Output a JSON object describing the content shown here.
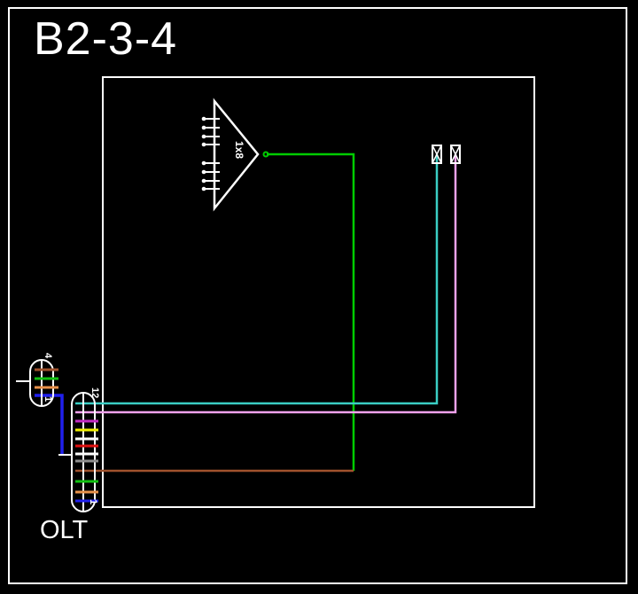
{
  "title": "B2-3-4",
  "canvas": {
    "background": "#000000",
    "border_color": "#FFFFFF"
  },
  "olt": {
    "label": "OLT"
  },
  "splitter": {
    "ratio_label": "1x8",
    "ports": 8,
    "output_dot_color": "#00CC00"
  },
  "terminals": {
    "count": 2,
    "symbol": "boxed-x"
  },
  "feeder_cable": {
    "top_label": "4",
    "bottom_label": "1",
    "fiber_count": 4,
    "fibers": [
      {
        "name": "brown",
        "color": "#A0522D"
      },
      {
        "name": "green",
        "color": "#12C012"
      },
      {
        "name": "orange",
        "color": "#E8924A"
      },
      {
        "name": "blue",
        "color": "#2020EE"
      }
    ]
  },
  "distribution_cable": {
    "top_label": "12",
    "bottom_label": "1",
    "fiber_count": 12,
    "fibers": [
      {
        "name": "aqua",
        "color": "#3BCEC4"
      },
      {
        "name": "rose",
        "color": "#F0A2EC"
      },
      {
        "name": "violet",
        "color": "#C22BC2"
      },
      {
        "name": "yellow",
        "color": "#F0F000"
      },
      {
        "name": "black",
        "color": "#FFFFFF"
      },
      {
        "name": "red",
        "color": "#E01010"
      },
      {
        "name": "white",
        "color": "#FFFFFF"
      },
      {
        "name": "slate",
        "color": "#8F8F8F"
      },
      {
        "name": "brown",
        "color": "#A0522D"
      },
      {
        "name": "green",
        "color": "#12C012"
      },
      {
        "name": "orange",
        "color": "#E8924A"
      },
      {
        "name": "blue",
        "color": "#2020EE"
      }
    ]
  },
  "routes": {
    "splitter_output": "#00CC00",
    "aqua_drop": "#3BCEC4",
    "rose_drop": "#F0A2EC",
    "brown_distribution": "#A0522D",
    "blue_feeder": "#2020EE"
  }
}
